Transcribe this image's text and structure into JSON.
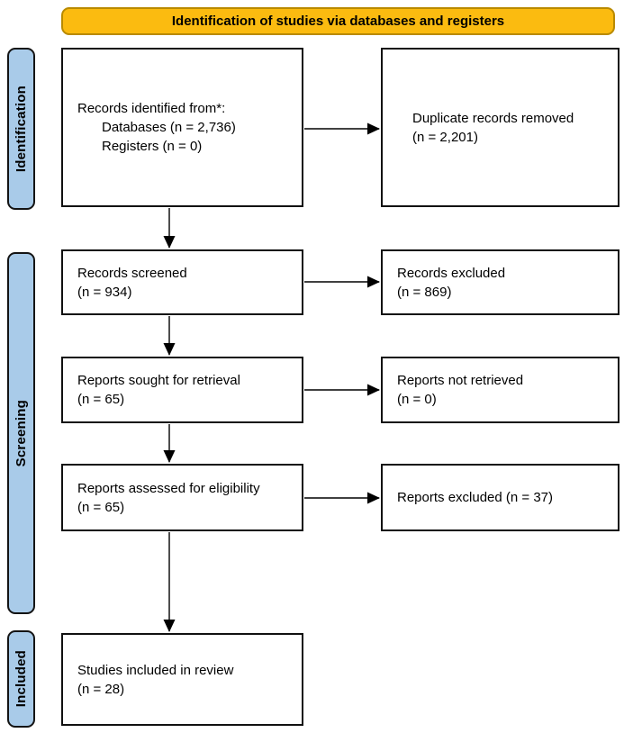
{
  "header": {
    "title": "Identification of studies via databases and registers"
  },
  "colors": {
    "header_fill": "#FBBB10",
    "header_border": "#B98A00",
    "stage_fill": "#A9CBE9",
    "box_border": "#111111"
  },
  "stages": {
    "identification": "Identification",
    "screening": "Screening",
    "included": "Included"
  },
  "boxes": {
    "records_identified": {
      "lines": [
        "Records identified from*:",
        "Databases (n = 2,736)",
        "Registers (n = 0)"
      ]
    },
    "duplicates_removed": {
      "lines": [
        "Duplicate records removed",
        "(n = 2,201)"
      ]
    },
    "records_screened": {
      "lines": [
        "Records screened",
        "(n = 934)"
      ]
    },
    "records_excluded": {
      "lines": [
        "Records excluded",
        "(n = 869)"
      ]
    },
    "reports_sought": {
      "lines": [
        "Reports sought for retrieval",
        "(n = 65)"
      ]
    },
    "reports_not_retrieved": {
      "lines": [
        "Reports not retrieved",
        "(n = 0)"
      ]
    },
    "reports_assessed": {
      "lines": [
        "Reports assessed for eligibility",
        "(n = 65)"
      ]
    },
    "reports_excluded": {
      "lines": [
        "Reports excluded (n = 37)"
      ]
    },
    "studies_included": {
      "lines": [
        "Studies included in review",
        "(n = 28)"
      ]
    }
  }
}
